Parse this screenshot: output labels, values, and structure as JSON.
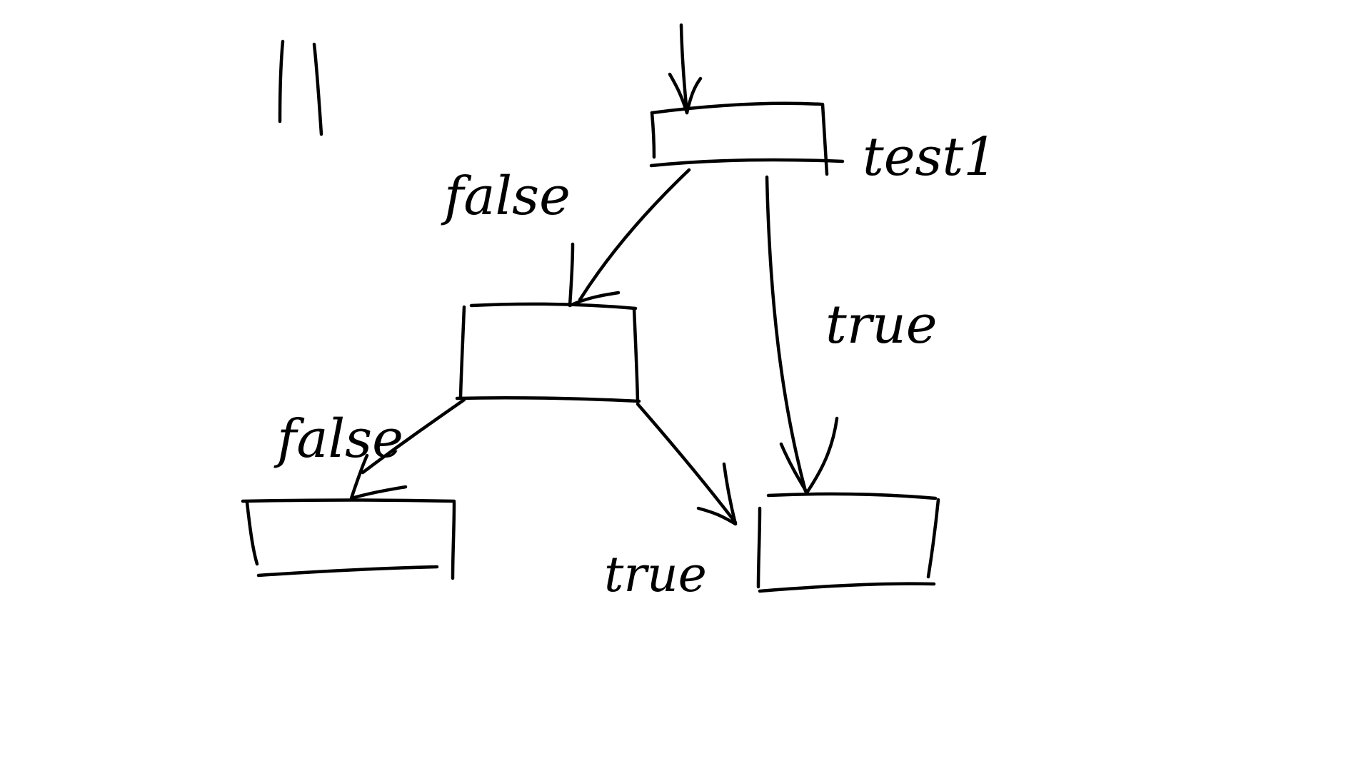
{
  "diagram": {
    "ink_color": "#000000",
    "background_color": "#ffffff",
    "corner_mark": "||",
    "nodes": [
      {
        "id": "test1",
        "label": "test1"
      },
      {
        "id": "false-branch",
        "label": ""
      },
      {
        "id": "false-false-leaf",
        "label": ""
      },
      {
        "id": "true-leaf",
        "label": ""
      }
    ],
    "edges": [
      {
        "id": "entry",
        "from": "",
        "to": "test1",
        "label": ""
      },
      {
        "id": "test1-false",
        "from": "test1",
        "to": "false-branch",
        "label": "false"
      },
      {
        "id": "test1-true",
        "from": "test1",
        "to": "true-leaf",
        "label": "true"
      },
      {
        "id": "branch-false",
        "from": "false-branch",
        "to": "false-false-leaf",
        "label": "false"
      },
      {
        "id": "branch-true",
        "from": "false-branch",
        "to": "true-leaf",
        "label": "true"
      }
    ]
  }
}
